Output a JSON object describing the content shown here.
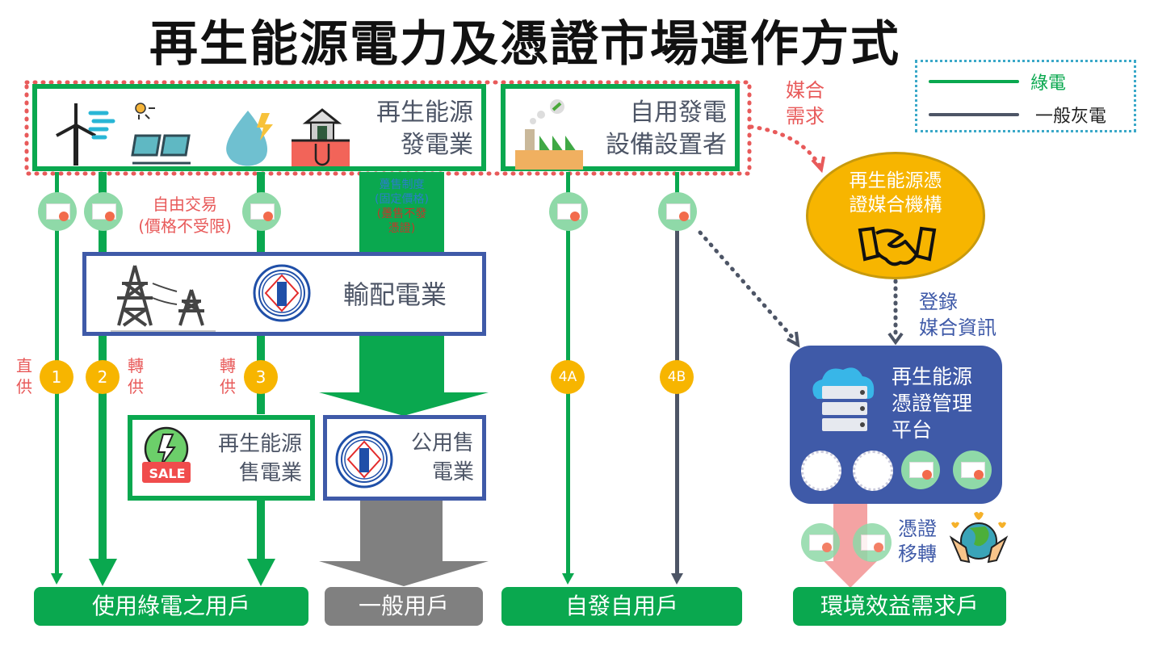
{
  "title": "再生能源電力及憑證市場運作方式",
  "legend": {
    "green_label": "綠電",
    "gray_label": "一般灰電",
    "green_color": "#0aa84f",
    "gray_color": "#4d5566"
  },
  "nodes": {
    "re_generator": {
      "line1": "再生能源",
      "line2": "發電業"
    },
    "self_generator": {
      "line1": "自用發電",
      "line2": "設備設置者"
    },
    "grid_operator": {
      "label": "輸配電業"
    },
    "re_retailer": {
      "line1": "再生能源",
      "line2": "售電業"
    },
    "public_retailer": {
      "line1": "公用售",
      "line2": "電業"
    },
    "matching_agency": {
      "line1": "再生能源憑",
      "line2": "證媒合機構"
    },
    "cert_platform": {
      "line1": "再生能源",
      "line2": "憑證管理",
      "line3": "平台"
    }
  },
  "annotations": {
    "matching_demand": {
      "line1": "媒合",
      "line2": "需求"
    },
    "free_trade": {
      "line1": "自由交易",
      "line2": "(價格不受限)"
    },
    "feed_in": {
      "line1": "躉售制度",
      "line2": "(固定價格)",
      "line3": "(躉售不發",
      "line4": "憑證)"
    },
    "register": {
      "line1": "登錄",
      "line2": "媒合資訊"
    },
    "transfer": {
      "line1": "憑證",
      "line2": "移轉"
    },
    "direct_supply": {
      "line1": "直",
      "line2": "供"
    },
    "wheel_supply_2": {
      "line1": "轉",
      "line2": "供"
    },
    "wheel_supply_3": {
      "line1": "轉",
      "line2": "供"
    }
  },
  "path_numbers": [
    "1",
    "2",
    "3",
    "4A",
    "4B"
  ],
  "consumers": {
    "green_users": "使用綠電之用戶",
    "general_users": "一般用戶",
    "self_users": "自發自用戶",
    "env_users": "環境效益需求戶"
  },
  "sale_badge": "SALE"
}
